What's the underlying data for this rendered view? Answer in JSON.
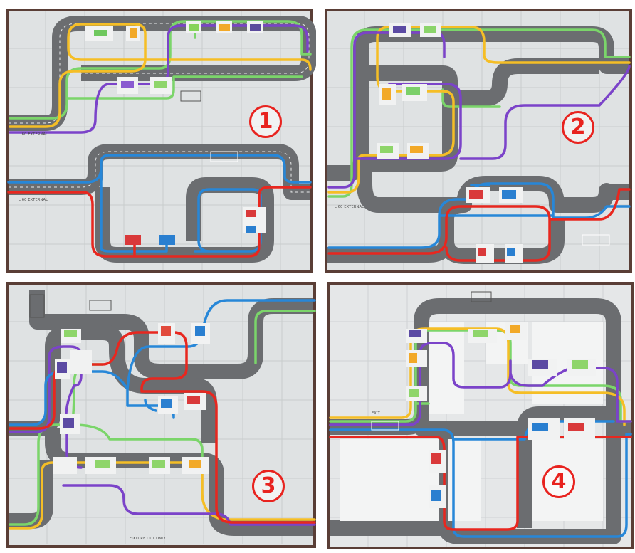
{
  "colors": {
    "board_border": "#5a3e36",
    "mat": "#dfe2e3",
    "road": "#6b6d70",
    "green": "#7bd56a",
    "yellow": "#f5be26",
    "purple": "#7b43c9",
    "blue": "#2787d8",
    "red": "#e8271f",
    "badge": "#e8231f"
  },
  "panels": [
    {
      "name": "layout-1",
      "badge": "1",
      "routes": [
        "green",
        "yellow",
        "purple",
        "blue",
        "red"
      ]
    },
    {
      "name": "layout-2",
      "badge": "2",
      "routes": [
        "green",
        "yellow",
        "purple",
        "blue",
        "red"
      ]
    },
    {
      "name": "layout-3",
      "badge": "3",
      "routes": [
        "green",
        "yellow",
        "purple",
        "blue",
        "red"
      ]
    },
    {
      "name": "layout-4",
      "badge": "4",
      "routes": [
        "green",
        "yellow",
        "purple",
        "blue",
        "red"
      ]
    }
  ]
}
